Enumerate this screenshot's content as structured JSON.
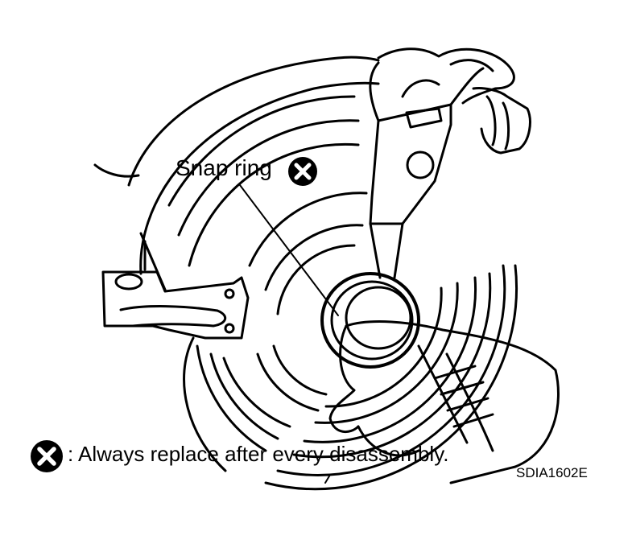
{
  "labels": {
    "snap_ring": "Snap ring",
    "note": ": Always replace after every disassembly.",
    "figure_code": "SDIA1602E"
  },
  "icons": {
    "replace_symbol": "circled-x-icon"
  },
  "colors": {
    "line": "#000000",
    "background": "#ffffff"
  }
}
